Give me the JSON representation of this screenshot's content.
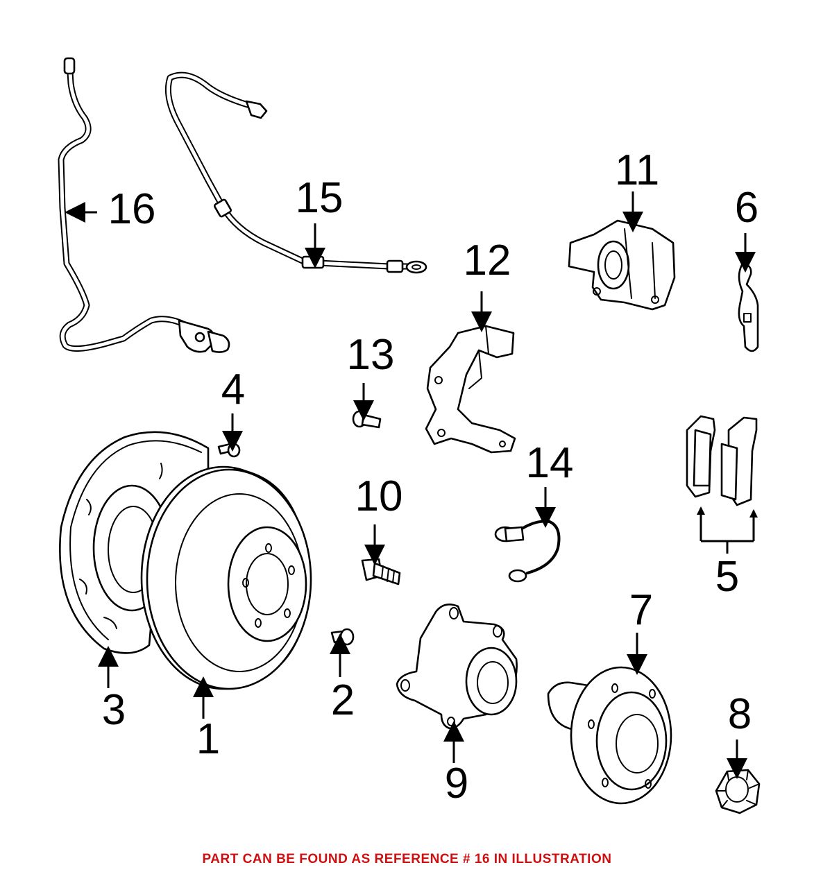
{
  "diagram": {
    "callouts": {
      "c1": "1",
      "c2": "2",
      "c3": "3",
      "c4": "4",
      "c5": "5",
      "c6": "6",
      "c7": "7",
      "c8": "8",
      "c9": "9",
      "c10": "10",
      "c11": "11",
      "c12": "12",
      "c13": "13",
      "c14": "14",
      "c15": "15",
      "c16": "16"
    },
    "footer_note": "PART CAN BE FOUND AS REFERENCE # 16 IN ILLUSTRATION",
    "colors": {
      "line": "#000000",
      "background": "#ffffff",
      "note": "#d01010"
    }
  }
}
